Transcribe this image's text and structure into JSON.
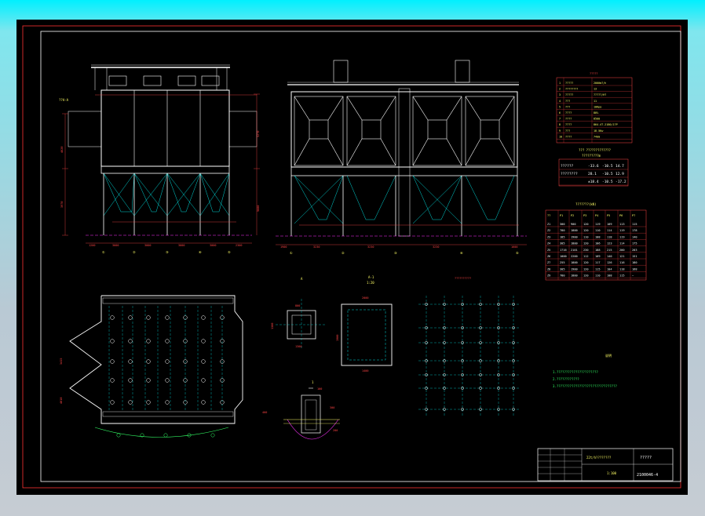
{
  "colors": {
    "background": "#000000",
    "frame": "#ffffff",
    "border": "#ff3333",
    "structure": "#ffffff",
    "centerline": "#00d7d7",
    "dimension": "#ff4444",
    "ground": "#ff33ff",
    "note": "#33ff66",
    "table_text": "#ffff66"
  },
  "front_view": {
    "left_label": "??A-A",
    "dims_bottom": [
      "1200",
      "3000",
      "3000",
      "3000",
      "3000",
      "2300"
    ],
    "markers": [
      "①",
      "②",
      "③",
      "④",
      "⑤"
    ],
    "level_marks": [
      "5270",
      "4620",
      "9600",
      "3970"
    ]
  },
  "side_view": {
    "dims_bottom": [
      "1900",
      "3230",
      "3230",
      "3230",
      "1600"
    ],
    "markers": [
      "①",
      "②",
      "③",
      "④",
      "⑤"
    ]
  },
  "plan_view": {
    "left_dims": [
      "3415",
      "4018"
    ]
  },
  "details": {
    "a_title": "A",
    "a_dims": [
      "800",
      "1300",
      "1300"
    ],
    "b_title": "A-1",
    "b_sub": "1:20",
    "b_dims": [
      "2000",
      "1900",
      "1400"
    ],
    "c_title": "1",
    "c_dims": [
      "100",
      "300",
      "400",
      "200"
    ],
    "grid_title": "??????????"
  },
  "table1": {
    "title": "?????",
    "rows": [
      [
        "1",
        "?????",
        "2000m?/h"
      ],
      [
        "2",
        "????????",
        "13"
      ],
      [
        "3",
        "?????",
        "?????/H?"
      ],
      [
        "4",
        "???",
        "11"
      ],
      [
        "5",
        "???",
        "10Kpa"
      ],
      [
        "6",
        "????",
        "80%"
      ],
      [
        "7",
        "????",
        "8500"
      ],
      [
        "8",
        "????",
        "864.4T-2180/1?P"
      ],
      [
        "9",
        "???",
        "18.5Kw"
      ],
      [
        "10",
        "????",
        "74mm"
      ]
    ]
  },
  "table2": {
    "title": "??? ?????????????",
    "subtitle": "?????????m",
    "rows": [
      [
        "??????",
        "-33.6",
        "-10.5",
        "14.7"
      ],
      [
        "????????",
        "28.1",
        "-10.5",
        "12.9"
      ],
      [
        "",
        "±18.4",
        "-10.5",
        "-17.2"
      ]
    ]
  },
  "table3": {
    "title": "???????(kN)",
    "headers": [
      "??",
      "P1",
      "P2",
      "P3",
      "P4",
      "P5",
      "P6",
      "P7"
    ],
    "rows": [
      [
        "Z1",
        "300",
        "900",
        "120",
        "119",
        "109",
        "113",
        "115"
      ],
      [
        "Z2",
        "780",
        "1800",
        "120",
        "110",
        "114",
        "119",
        "178"
      ],
      [
        "Z3",
        "185",
        "1900",
        "110",
        "108",
        "118",
        "119",
        "140"
      ],
      [
        "Z4",
        "305",
        "1800",
        "120",
        "106",
        "123",
        "114",
        "175"
      ],
      [
        "Z5",
        "1716",
        "2101",
        "230",
        "188",
        "215",
        "200",
        "203"
      ],
      [
        "Z6",
        "1000",
        "2200",
        "112",
        "109",
        "140",
        "121",
        "151"
      ],
      [
        "Z7",
        "255",
        "1800",
        "120",
        "117",
        "126",
        "116",
        "180"
      ],
      [
        "Z8",
        "305",
        "1900",
        "120",
        "115",
        "104",
        "118",
        "168"
      ],
      [
        "Z9",
        "780",
        "1800",
        "120",
        "110",
        "108",
        "115",
        "—"
      ]
    ]
  },
  "notes": {
    "title": "说明",
    "lines": [
      "1.??????????????????????",
      "2.????????????",
      "3.????????????????????????????????"
    ]
  },
  "title_block": {
    "project": "22t/h????????",
    "drawing": "?????",
    "number": "2100046-4",
    "scale": "1:100"
  }
}
